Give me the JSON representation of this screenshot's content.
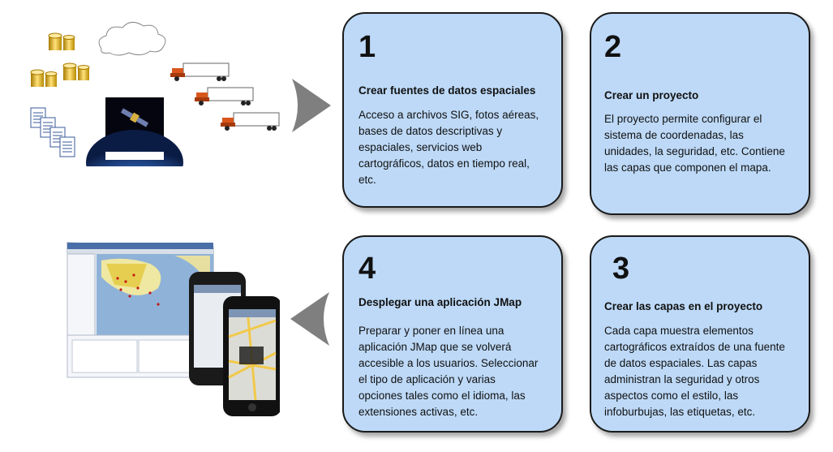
{
  "steps": [
    {
      "number": "1",
      "title": "Crear fuentes de datos espaciales",
      "lines": [
        "Acceso a archivos SIG, fotos aéreas,",
        "bases de datos descriptivas y",
        "espaciales, servicios web",
        "cartográficos, datos en tiempo real,",
        "etc."
      ]
    },
    {
      "number": "2",
      "title": "Crear un proyecto",
      "lines": [
        "El proyecto permite configurar el",
        "sistema de coordenadas, las",
        "unidades, la seguridad, etc. Contiene",
        "las capas que componen el mapa."
      ]
    },
    {
      "number": "3",
      "title": "Crear las capas en el proyecto",
      "lines": [
        "Cada capa muestra elementos",
        "cartográficos extraídos de una fuente",
        "de datos espaciales. Las capas",
        "administran la seguridad y otros",
        "aspectos como el estilo, las",
        "infoburbujas, las etiquetas, etc."
      ]
    },
    {
      "number": "4",
      "title": "Desplegar una aplicación JMap",
      "lines": [
        "Preparar y poner en línea una",
        "aplicación JMap que se volverá",
        "accesible a los usuarios. Seleccionar",
        "el tipo de aplicación y varias",
        "opciones tales como el idioma, las",
        "extensiones activas, etc."
      ]
    }
  ],
  "colors": {
    "card_fill": "#bdd9f7",
    "card_border": "#1a1a1a",
    "arrow": "#7f7f7f"
  },
  "icons": [
    "database-icon",
    "cloud-icon",
    "document-icon",
    "satellite-icon",
    "truck-icon",
    "desktop-app-screenshot",
    "smartphone-icon",
    "next-arrow-icon",
    "back-arrow-icon"
  ]
}
